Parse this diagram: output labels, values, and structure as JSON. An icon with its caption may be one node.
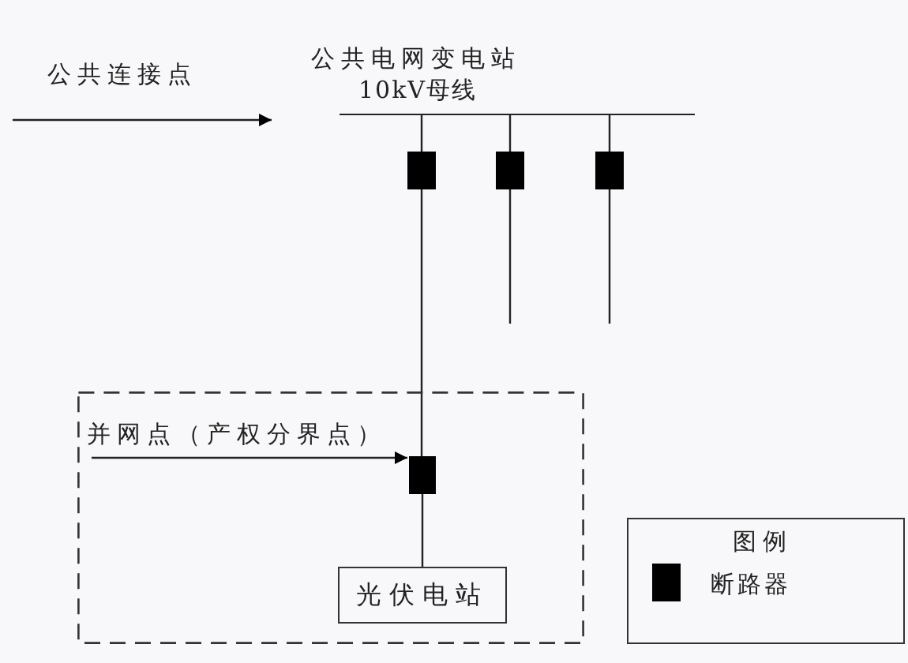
{
  "diagram": {
    "nodes": [
      {
        "text": [
          "公共连接点"
        ]
      },
      {
        "text": [
          "公共电网变电站",
          "10kV母线"
        ]
      },
      {
        "text": [],
        "shape": "box"
      },
      {
        "text": [],
        "shape": "box"
      },
      {
        "text": [],
        "shape": "box"
      },
      {
        "text": [],
        "shape": "box"
      },
      {
        "text": [
          "并网点（产权分界点）"
        ],
        "in": 5
      },
      {
        "text": [],
        "shape": "box",
        "in": 5
      },
      {
        "text": [
          "光伏电站"
        ],
        "in": 5
      }
    ],
    "edges": [
      {
        "from": 0,
        "to": 1,
        "arrow": "to"
      },
      {
        "from": 1,
        "to": 2,
        "arrow": "none"
      },
      {
        "from": 1,
        "to": 3,
        "arrow": "none"
      },
      {
        "from": 1,
        "to": 4,
        "arrow": "none"
      },
      {
        "from": 3,
        "to": null,
        "arrow": "none"
      },
      {
        "from": 4,
        "to": null,
        "arrow": "none"
      },
      {
        "from": 2,
        "to": 7,
        "arrow": "none"
      },
      {
        "from": 6,
        "to": 7,
        "arrow": "to"
      },
      {
        "from": 7,
        "to": 8,
        "arrow": "none"
      }
    ],
    "labels": [
      "图例"
    ],
    "legend": [
      {
        "text": "断路器",
        "color": "#000000"
      }
    ]
  }
}
